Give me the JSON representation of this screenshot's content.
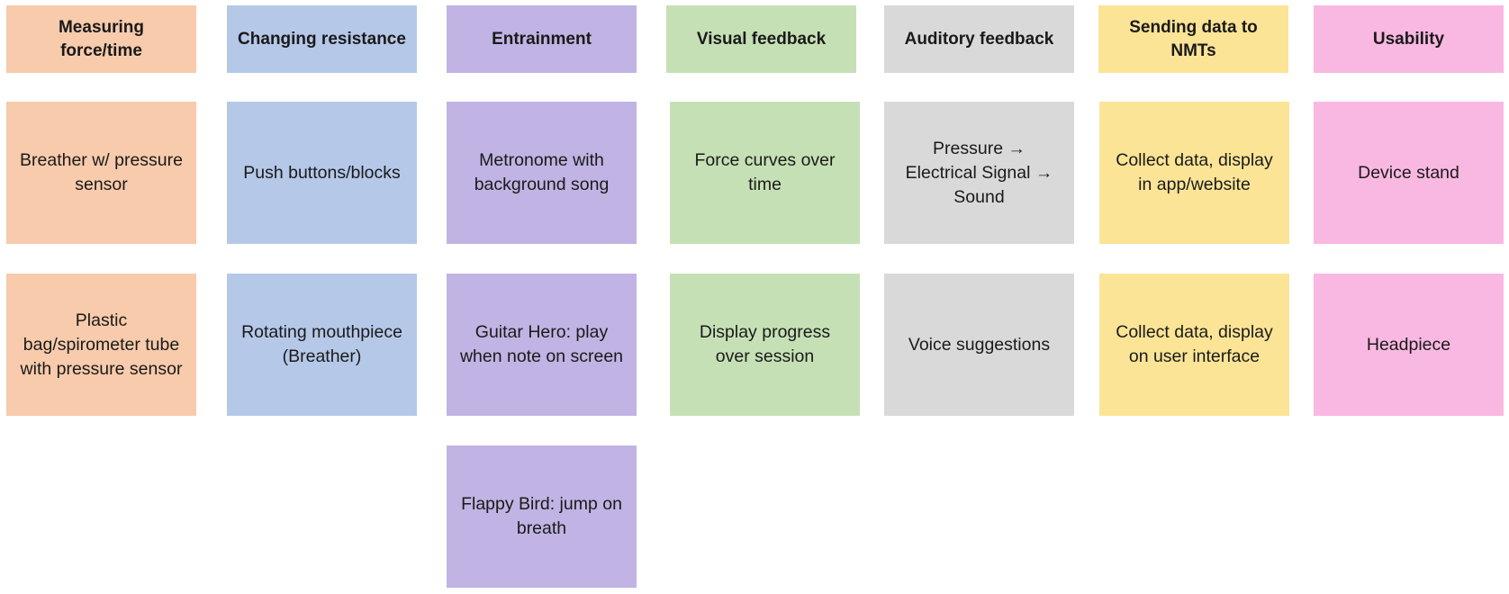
{
  "colors": {
    "measuring": "#f7cbab",
    "resistance": "#b5c8e8",
    "entrainment": "#c1b3e3",
    "visual": "#c6e0b5",
    "auditory": "#d9d9d9",
    "sending": "#fbe496",
    "usability": "#f9b8e1"
  },
  "columns": [
    {
      "header": "Measuring force/time",
      "color_key": "measuring",
      "cards": [
        "Breather w/ pressure sensor",
        "Plastic bag/spirometer tube with pressure sensor"
      ]
    },
    {
      "header": "Changing resistance",
      "color_key": "resistance",
      "cards": [
        "Push buttons/blocks",
        "Rotating mouthpiece (Breather)"
      ]
    },
    {
      "header": "Entrainment",
      "color_key": "entrainment",
      "cards": [
        "Metronome with background song",
        "Guitar Hero: play when note on screen",
        "Flappy Bird: jump on breath"
      ]
    },
    {
      "header": "Visual feedback",
      "color_key": "visual",
      "cards": [
        "Force curves over time",
        "Display progress over session"
      ]
    },
    {
      "header": "Auditory feedback",
      "color_key": "auditory",
      "cards": [
        "Pressure → Electrical Signal → Sound",
        "Voice suggestions"
      ]
    },
    {
      "header": "Sending data to NMTs",
      "color_key": "sending",
      "cards": [
        "Collect data, display in app/website",
        "Collect data, display on user interface"
      ]
    },
    {
      "header": "Usability",
      "color_key": "usability",
      "cards": [
        "Device stand",
        "Headpiece"
      ]
    }
  ]
}
